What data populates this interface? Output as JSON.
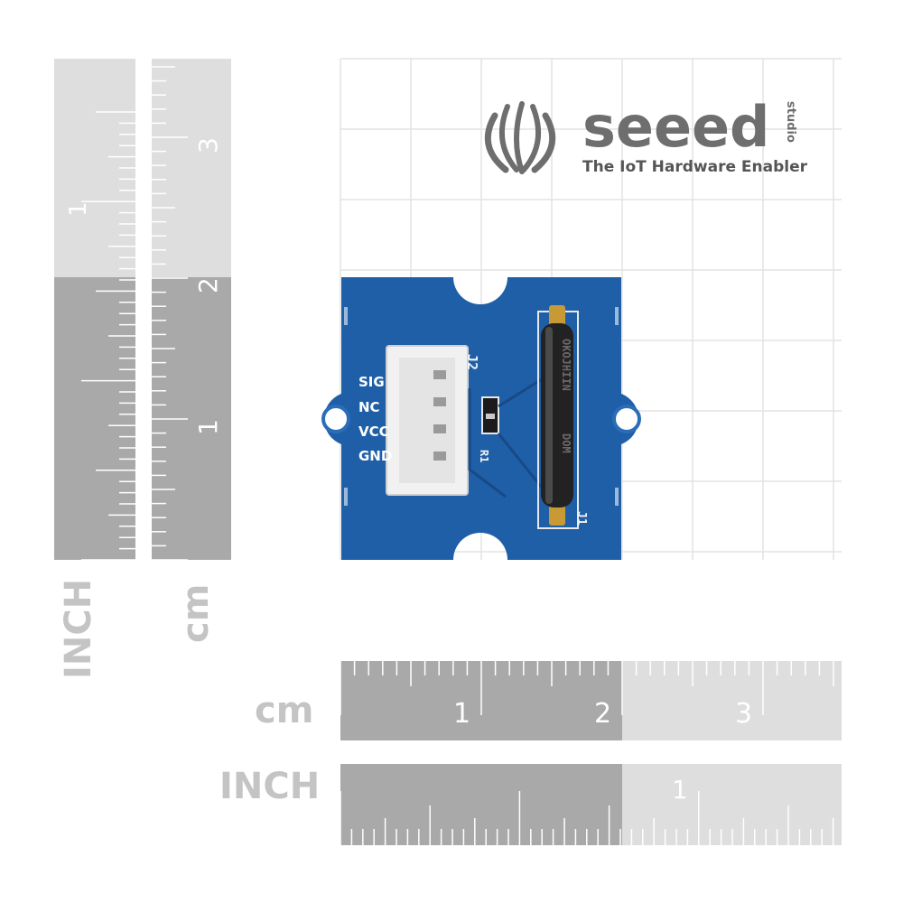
{
  "brand": {
    "name": "seeed",
    "sub": "studio",
    "tagline": "The IoT Hardware Enabler"
  },
  "rulers": {
    "unit_cm": "cm",
    "unit_inch": "INCH",
    "left_cm_numbers": [
      "3",
      "2",
      "1"
    ],
    "left_inch_numbers": [
      "1"
    ],
    "bottom_cm_numbers": [
      "1",
      "2",
      "3"
    ],
    "bottom_inch_numbers": [
      "1"
    ]
  },
  "board": {
    "pins": [
      "SIG",
      "NC",
      "VCC",
      "GND"
    ],
    "connector_label": "J2",
    "resistor_label": "R1",
    "switch_label": "J1",
    "switch_text_top": "OKOJHIIN",
    "switch_text_bottom": "DOM"
  },
  "colors": {
    "pcb": "#1f5fa8",
    "ruler_dark": "#a9a9a9",
    "ruler_light": "#d9d9d9",
    "grid": "#e6e6e6"
  }
}
